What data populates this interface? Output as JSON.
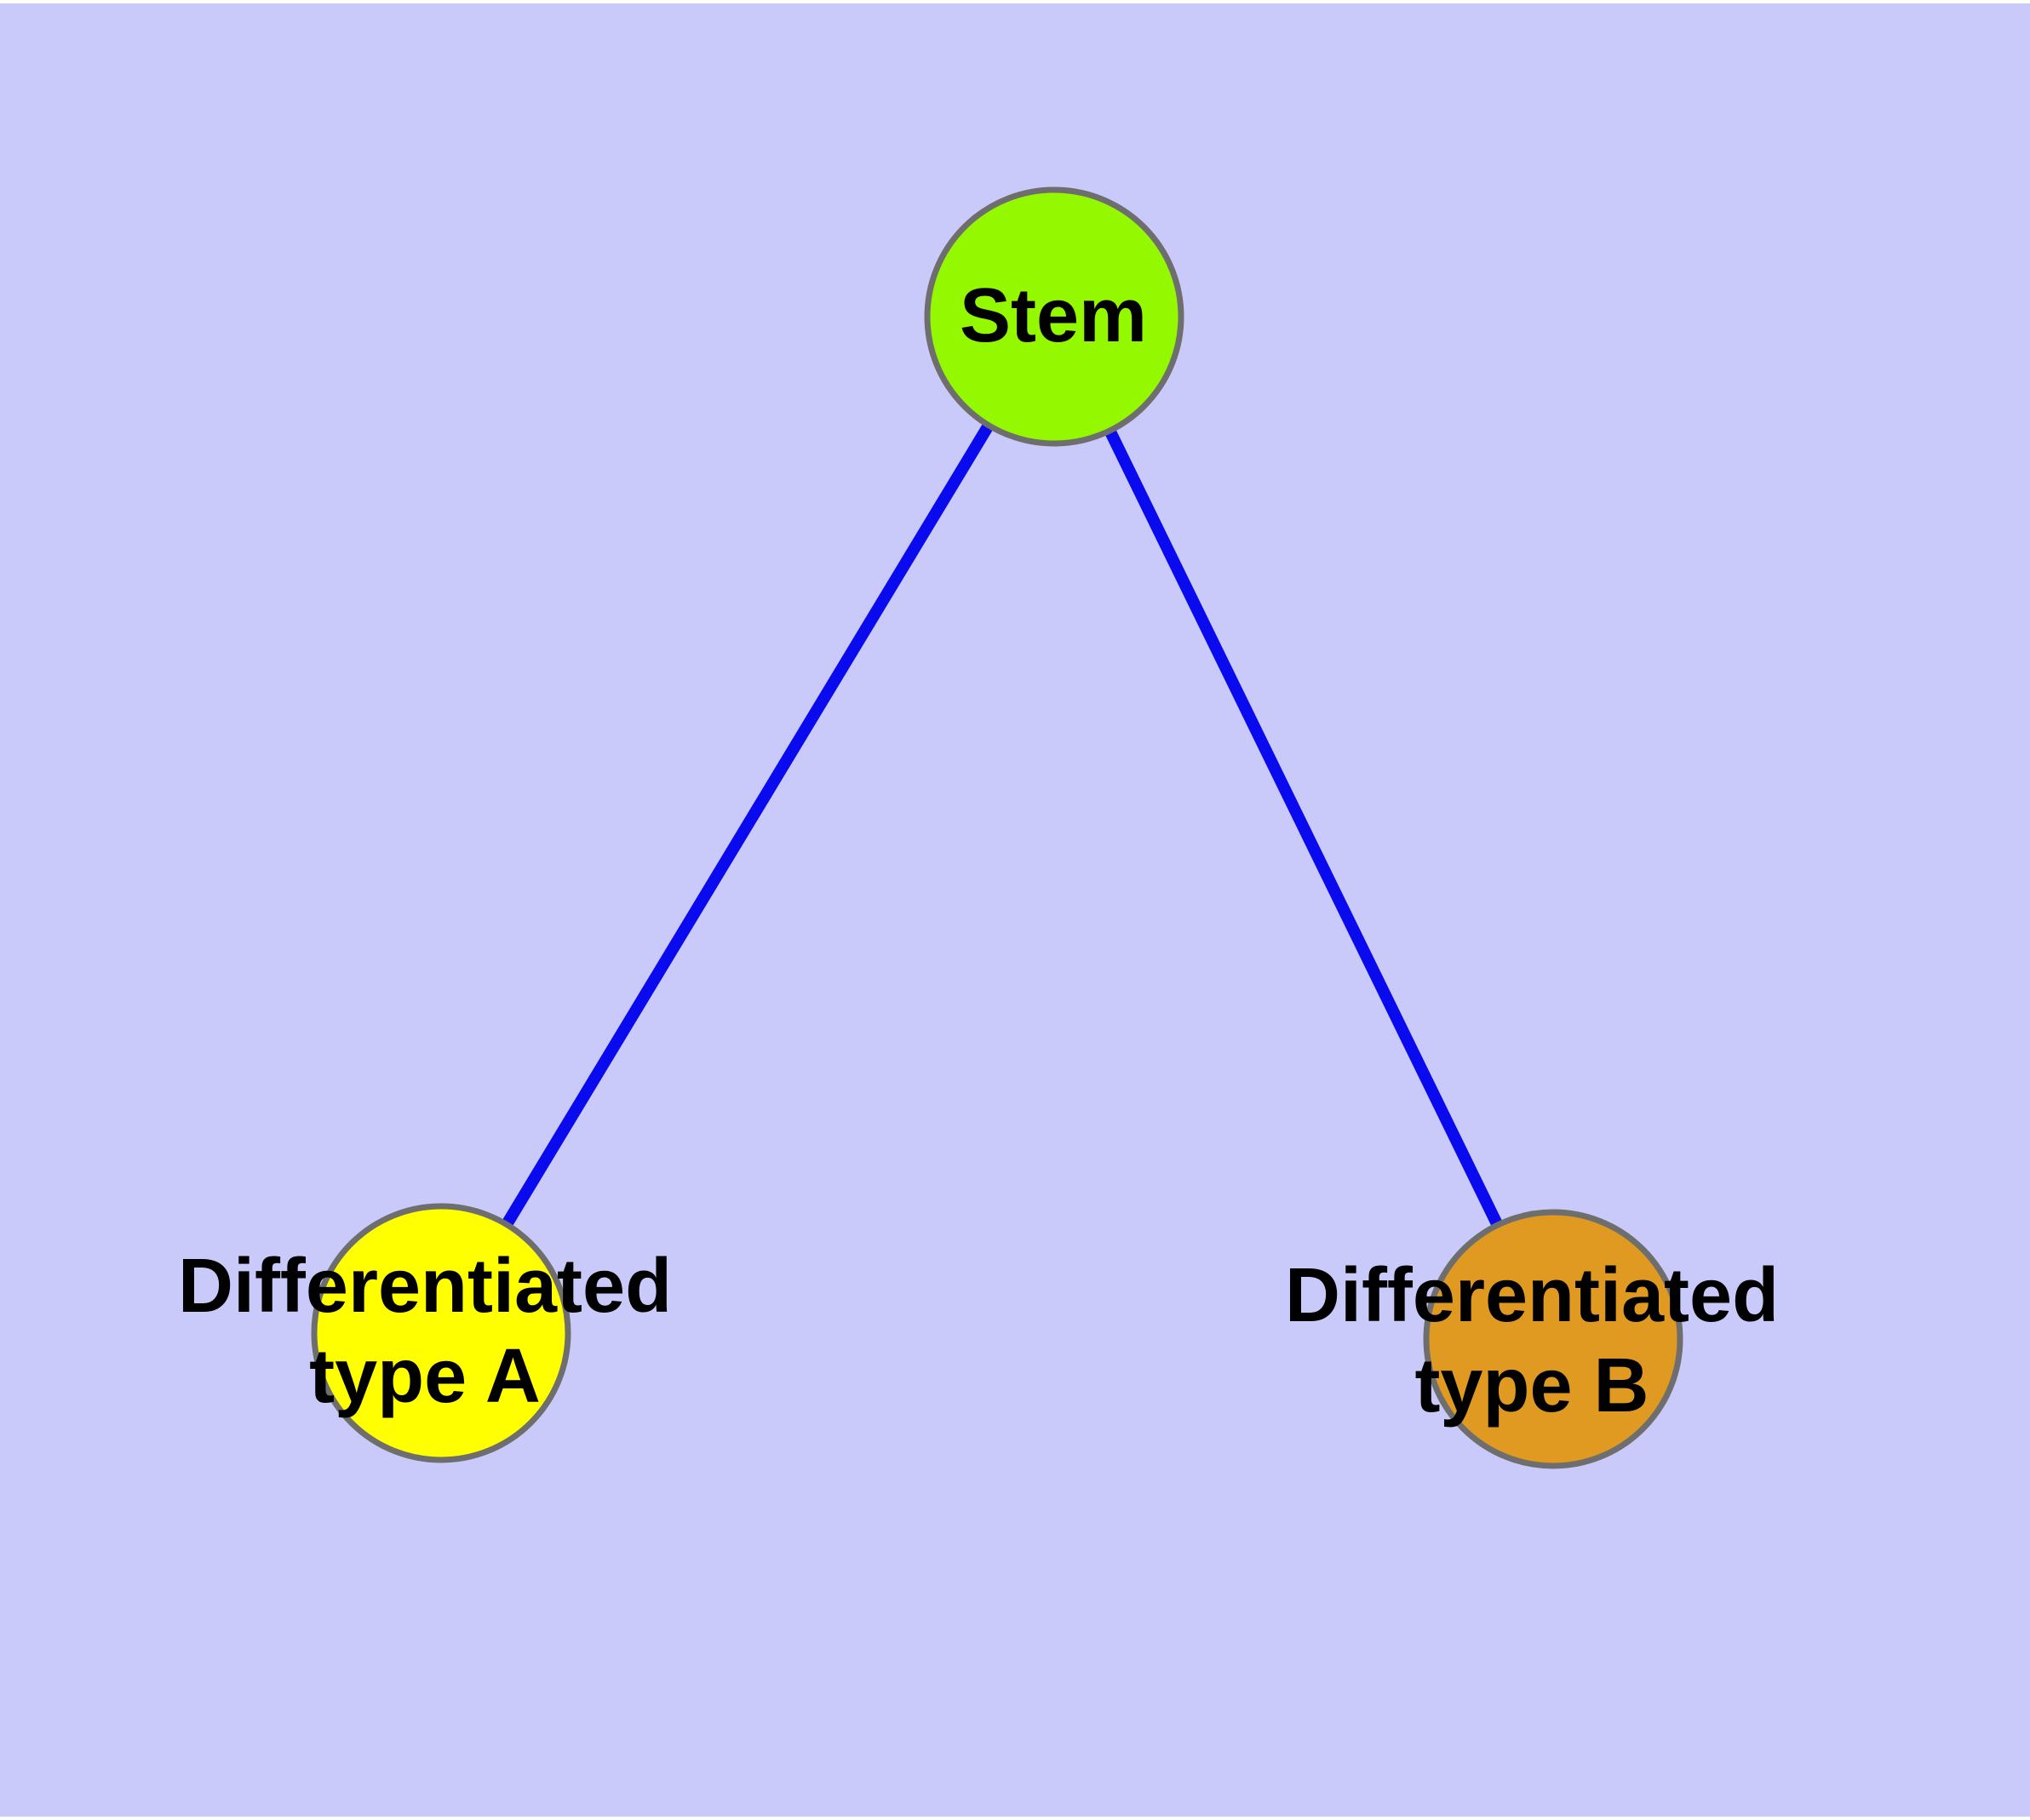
{
  "diagram": {
    "background_color": "#CACAFA",
    "edge_color": "#0A0AEE",
    "node_border_color": "#6E6E6E",
    "nodes": {
      "stem": {
        "label": "Stem",
        "fill_color": "#94F800"
      },
      "type_a": {
        "label_line1": "Differentiated",
        "label_line2": "type A",
        "fill_color": "#FFFF00"
      },
      "type_b": {
        "label_line1": "Differentiated",
        "label_line2": "type B",
        "fill_color": "#E09A22"
      }
    },
    "edges": [
      {
        "from": "Stem",
        "to": "Differentiated type A"
      },
      {
        "from": "Stem",
        "to": "Differentiated type B"
      }
    ]
  }
}
